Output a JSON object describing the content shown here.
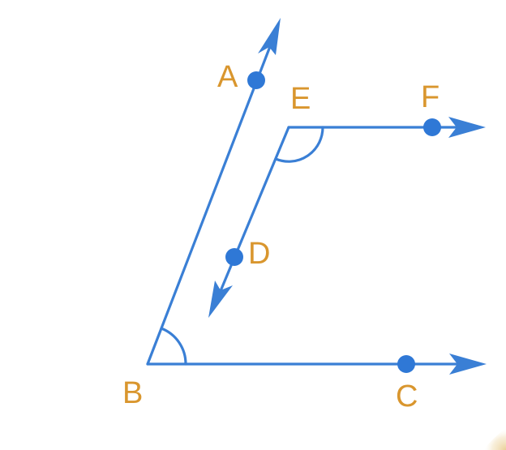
{
  "colors": {
    "line": "#3a7fd5",
    "point": "#2f78d6",
    "label": "#d9962e",
    "corner_accent": "#f0e0b8"
  },
  "points": {
    "A": "A",
    "B": "B",
    "C": "C",
    "D": "D",
    "E": "E",
    "F": "F"
  }
}
